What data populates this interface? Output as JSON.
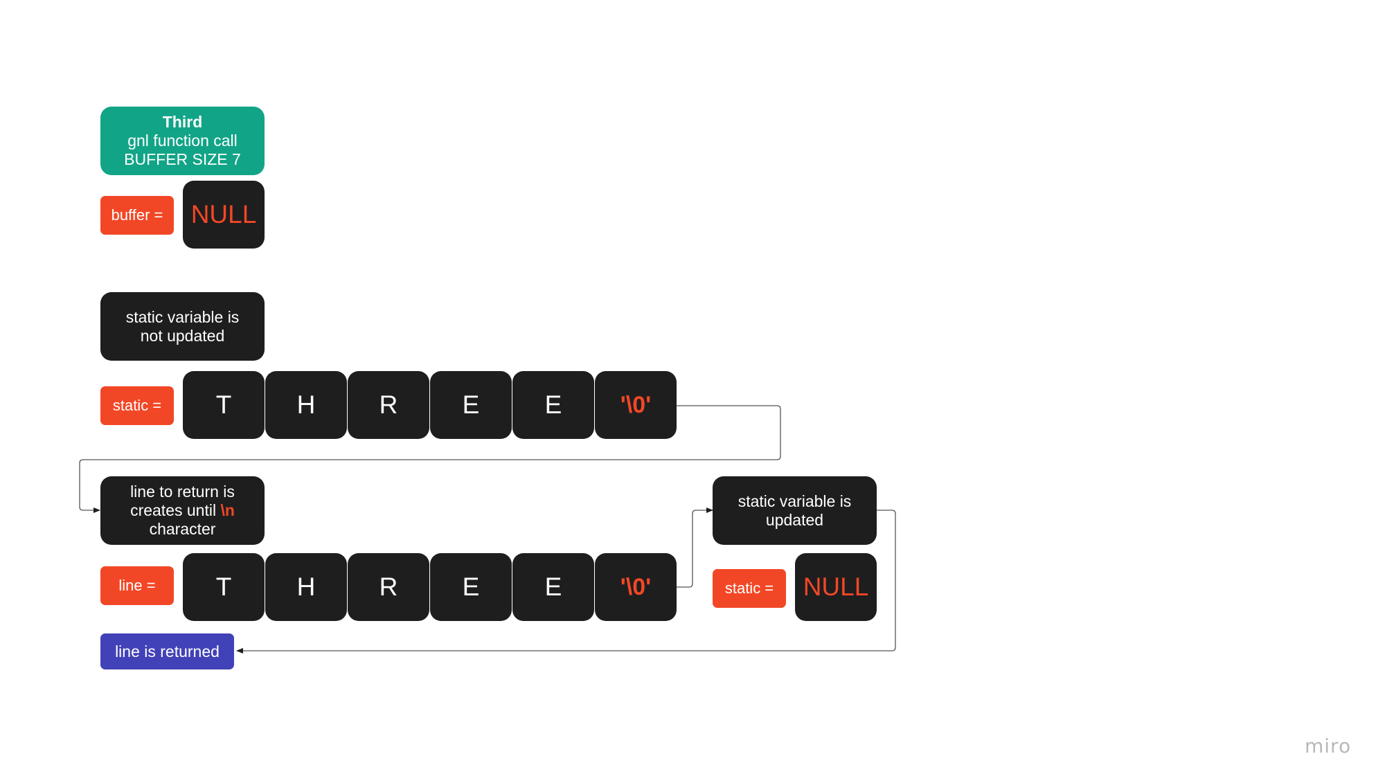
{
  "header": {
    "title_bold": "Third",
    "title_line2": "gnl function call",
    "title_line3": "BUFFER SIZE 7"
  },
  "buffer": {
    "label": "buffer =",
    "value": "NULL"
  },
  "static_not_updated": {
    "line1": "static variable is",
    "line2": "not updated"
  },
  "static_row": {
    "label": "static =",
    "cells": [
      "T",
      "H",
      "R",
      "E",
      "E",
      "'\\0'"
    ]
  },
  "line_desc": {
    "line1": "line to return is",
    "line2_pre": "creates until ",
    "line2_highlight": "\\n",
    "line3": "character"
  },
  "line_row": {
    "label": "line =",
    "cells": [
      "T",
      "H",
      "R",
      "E",
      "E",
      "'\\0'"
    ]
  },
  "static_updated": {
    "line1": "static variable is",
    "line2": "updated"
  },
  "static_after": {
    "label": "static =",
    "value": "NULL"
  },
  "returned": {
    "label": "line is returned"
  },
  "watermark": "miro",
  "colors": {
    "dark": "#1e1e1e",
    "red": "#f24726",
    "teal": "#12a487",
    "blue": "#4141b8",
    "connector": "#555555"
  }
}
